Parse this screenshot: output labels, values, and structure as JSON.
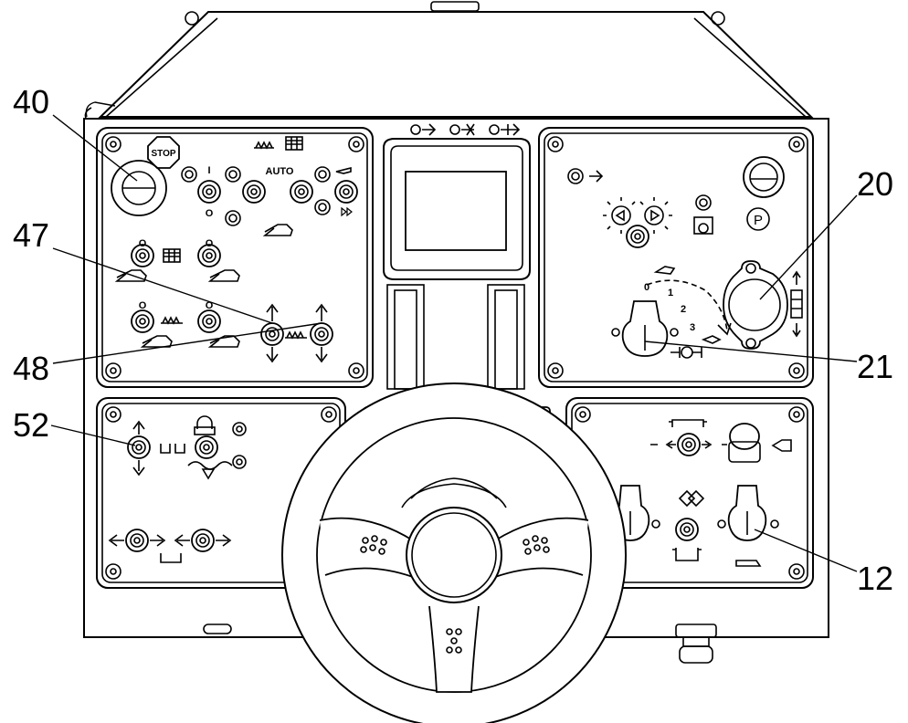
{
  "figure": {
    "callouts": {
      "c40": "40",
      "c47": "47",
      "c48": "48",
      "c52": "52",
      "c20": "20",
      "c21": "21",
      "c12": "12"
    },
    "panel_labels": {
      "stop": "STOP",
      "auto": "AUTO",
      "switch_on": "I",
      "switch_off": "O",
      "ign_0": "0",
      "ign_1": "1",
      "ign_2": "2",
      "ign_3": "3"
    }
  }
}
